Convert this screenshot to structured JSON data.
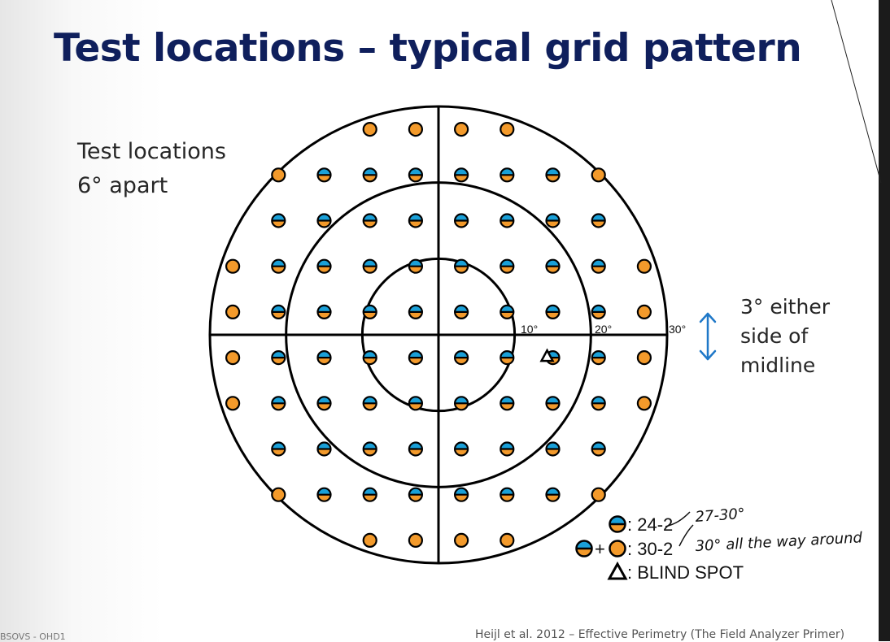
{
  "title": "Test locations – typical grid pattern",
  "left_note": [
    "Test locations",
    "6° apart"
  ],
  "right_note": [
    "3° either",
    "side of",
    "midline"
  ],
  "ring_labels": [
    "10°",
    "20°",
    "30°"
  ],
  "legend": {
    "item_24_2": ": 24-2",
    "item_30_2": ": 30-2",
    "plus": "+",
    "item_blind": ": BLIND SPOT"
  },
  "handwriting": {
    "note_1": "27-30°",
    "note_2": "30° all the way around"
  },
  "footer": {
    "left": "BSOVS - OHD1",
    "right": "Heijl et al. 2012 – Effective Perimetry (The Field Analyzer Primer)"
  },
  "colors": {
    "title": "#0f1f5c",
    "orange": "#f39a2b",
    "blue": "#1aa0d8",
    "arrow": "#1f78c8",
    "line": "#000000"
  },
  "grid": {
    "spacing_deg": 6,
    "offset_deg": 3,
    "test_24_2_radius_deg": 24,
    "test_30_2_radius_deg": 30,
    "blind_spot_deg": [
      15,
      -3
    ]
  }
}
